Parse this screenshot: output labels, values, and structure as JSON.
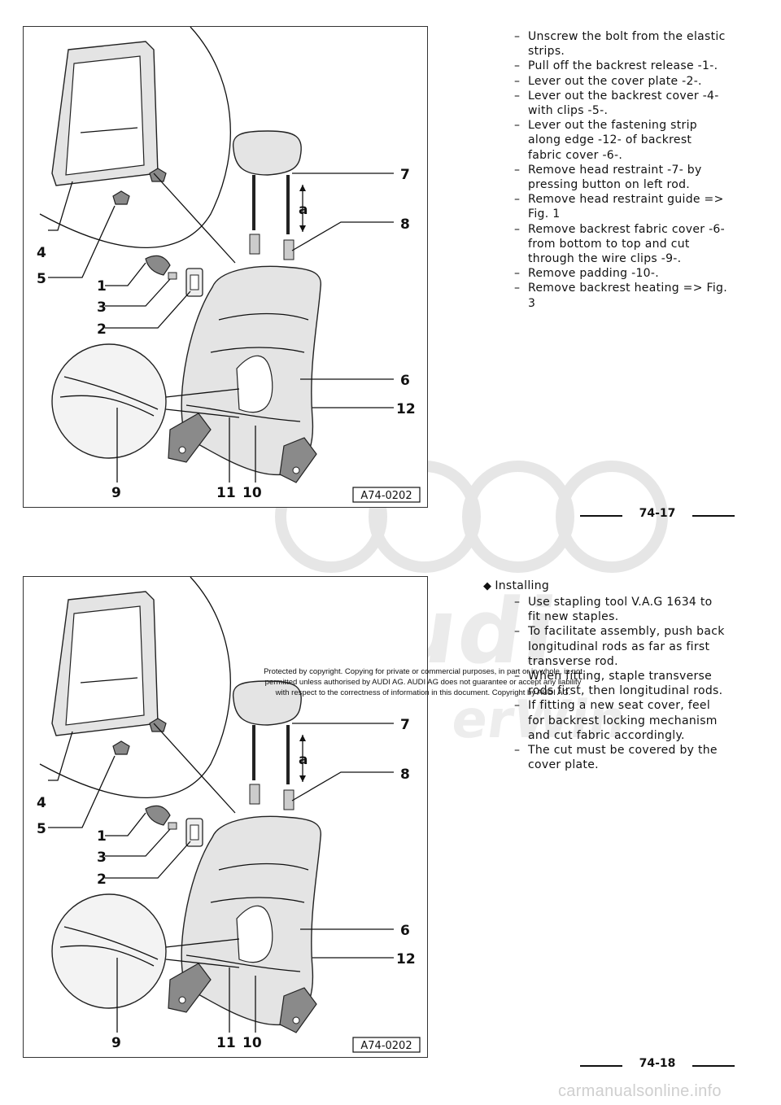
{
  "figure": {
    "callouts": [
      "1",
      "2",
      "3",
      "4",
      "5",
      "6",
      "7",
      "8",
      "9",
      "10",
      "11",
      "12",
      "a"
    ],
    "code": "A74-0202"
  },
  "section1": {
    "steps": [
      "Unscrew the bolt from the elastic strips.",
      "Pull off the backrest release -1-.",
      "Lever out the cover plate -2-.",
      "Lever out the backrest cover -4- with clips -5-.",
      "Lever out the fastening strip along edge -12- of backrest fabric cover -6-.",
      "Remove head restraint -7- by pressing button on left rod.",
      "Remove head restraint guide => Fig. 1",
      "Remove backrest fabric cover -6- from bottom to top and cut through the wire clips -9-.",
      "Remove padding -10-.",
      "Remove backrest heating => Fig. 3"
    ],
    "page_number": "74-17"
  },
  "section2": {
    "heading": "Installing",
    "heading_icon": "diamond-bullet-icon",
    "steps": [
      "Use stapling tool V.A.G 1634 to fit new staples.",
      "To facilitate assembly, push back longitudinal rods as far as first transverse rod.",
      "When fitting, staple transverse rods first, then longitudinal rods.",
      "If fitting a new seat cover, feel for backrest locking mechanism and cut fabric accordingly.",
      "The cut must be covered by the cover plate."
    ],
    "page_number": "74-18"
  },
  "watermark": {
    "brand": "Audi",
    "sub": "erWin",
    "copyright_lines": [
      "Protected by copyright. Copying for private or commercial purposes, in part or in whole, is not",
      "permitted unless authorised by AUDI AG. AUDI AG does not guarantee or accept any liability",
      "with respect to the correctness of information in this document. Copyright by AUDI AG."
    ]
  },
  "footer": {
    "source": "carmanualsonline.info"
  },
  "colors": {
    "text": "#111111",
    "watermark": "#ebebeb",
    "footer": "#cfcfcf"
  }
}
